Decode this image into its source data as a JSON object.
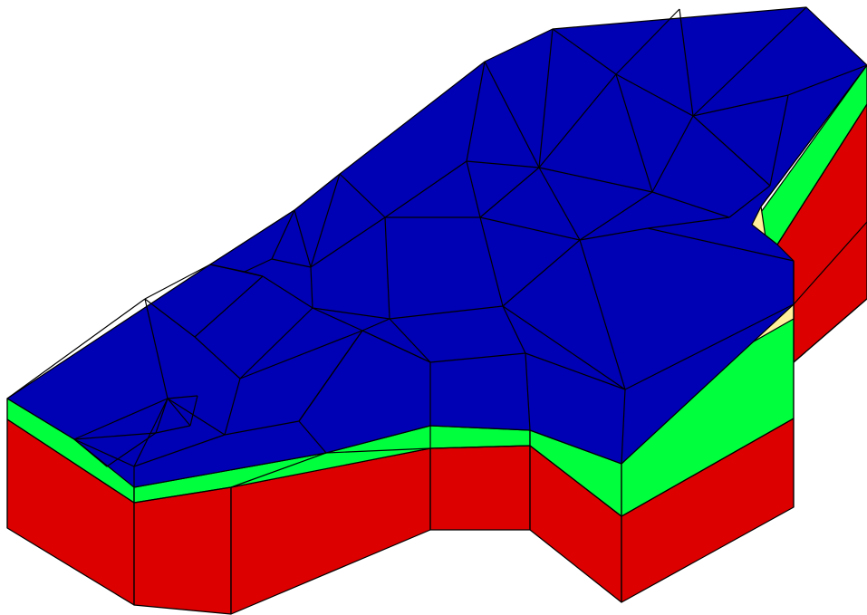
{
  "colors": {
    "background": "#ffffff",
    "top_layer": "#0000b4",
    "middle_layer": "#00ff3c",
    "lens_layer": "#fff09c",
    "base_layer": "#dc0000",
    "mesh_lines": "#000000"
  },
  "legend_layers": [
    "top_layer",
    "middle_layer",
    "lens_layer",
    "base_layer"
  ]
}
